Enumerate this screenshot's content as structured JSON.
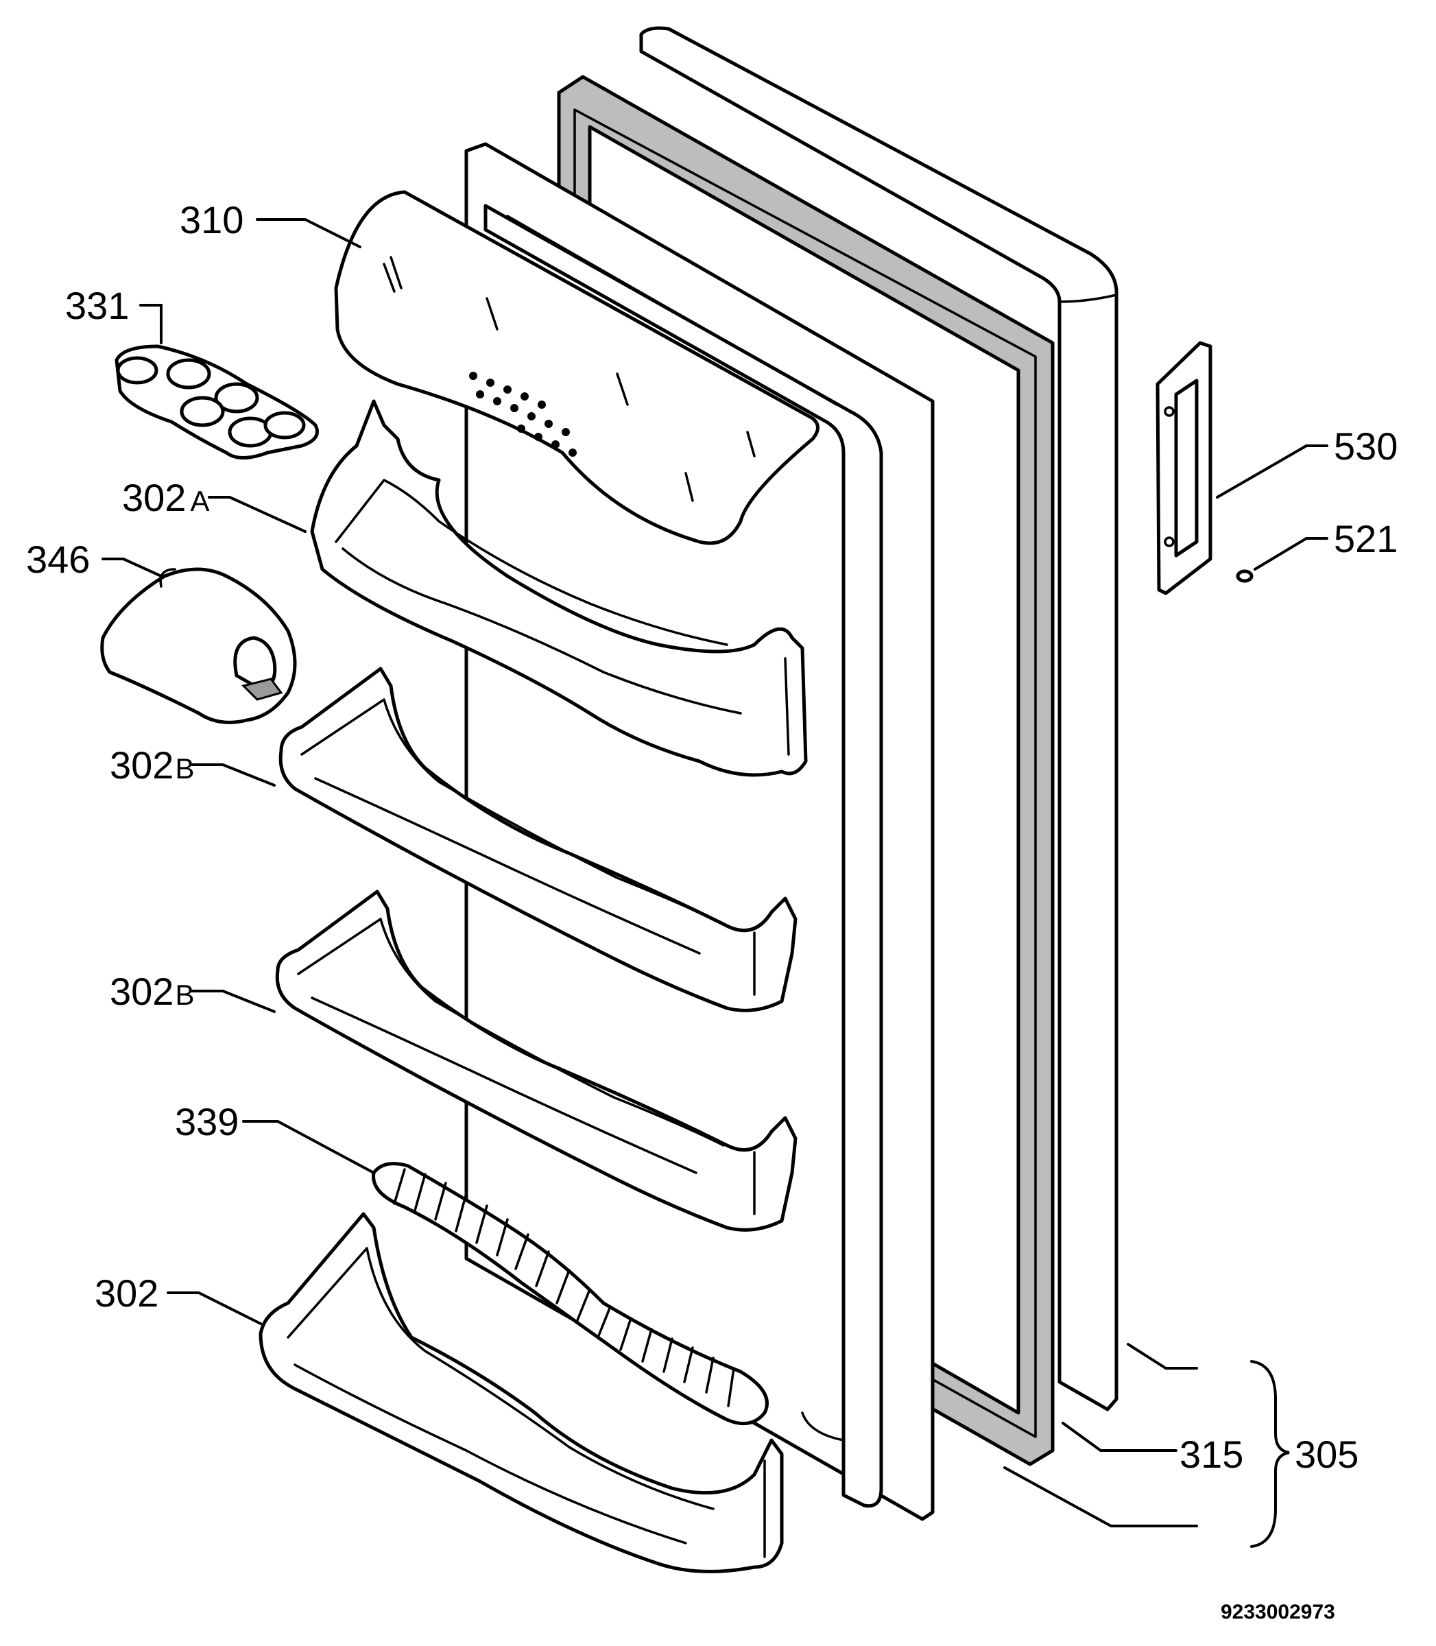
{
  "labels": {
    "l310": "310",
    "l331": "331",
    "l302a_num": "302",
    "l302a_sfx": "A",
    "l346": "346",
    "l302b1_num": "302",
    "l302b1_sfx": "B",
    "l302b2_num": "302",
    "l302b2_sfx": "B",
    "l339": "339",
    "l302": "302",
    "l530": "530",
    "l521": "521",
    "l315": "315",
    "l305": "305"
  },
  "drawing_ref": "9233002973"
}
